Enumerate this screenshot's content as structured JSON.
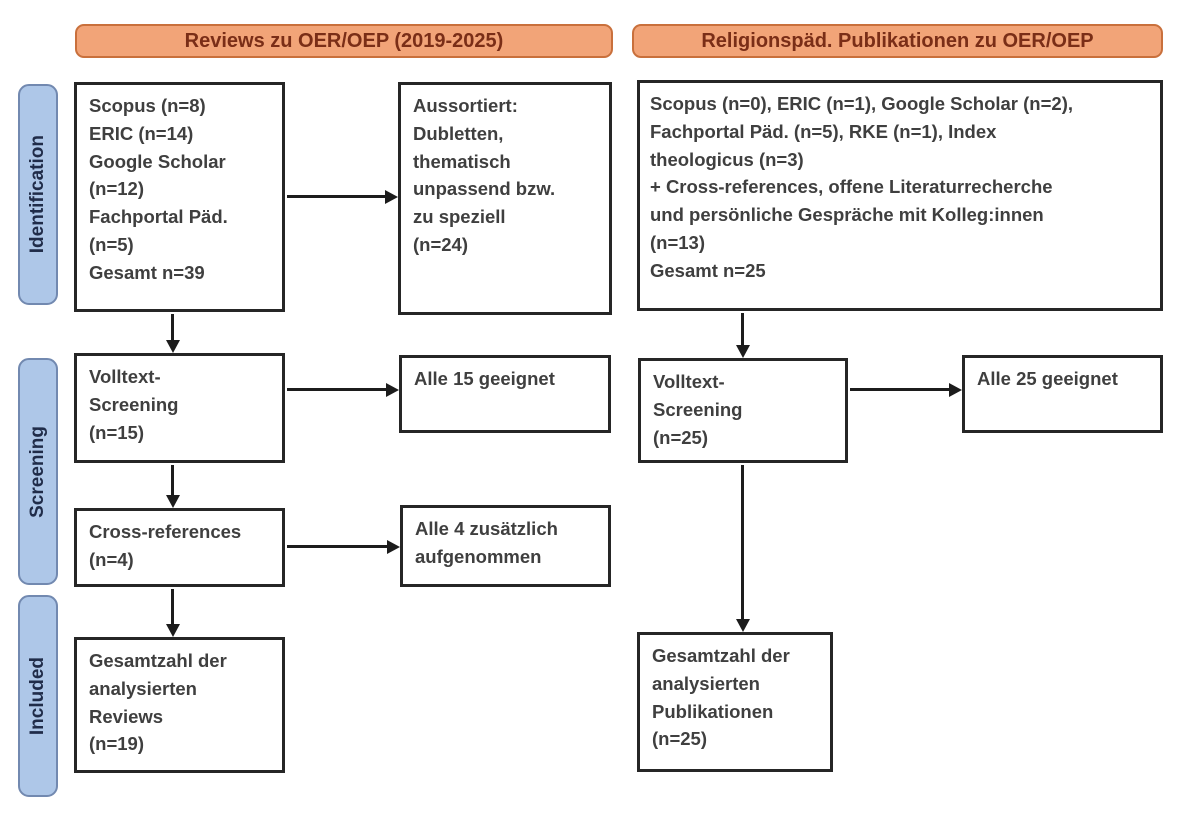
{
  "palette": {
    "header_fill": "#F2A478",
    "header_border": "#C9703C",
    "header_text": "#7A2E17",
    "stage_fill": "#AEC7E8",
    "stage_border": "#7289B0",
    "stage_text": "#202C49",
    "box_border": "#262626",
    "box_text": "#3F3F3F",
    "arrow": "#1C1C1C",
    "background": "#FFFFFF"
  },
  "headers": {
    "left": "Reviews zu OER/OEP (2019-2025)",
    "right": "Religionspäd. Publikationen zu OER/OEP"
  },
  "stages": [
    {
      "label": "Identification"
    },
    {
      "label": "Screening"
    },
    {
      "label": "Included"
    }
  ],
  "left_flow": {
    "sources": "Scopus (n=8)\nERIC (n=14)\nGoogle Scholar\n(n=12)\nFachportal Päd.\n(n=5)\nGesamt n=39",
    "excluded": "Aussortiert:\nDubletten,\nthematisch\nunpassend bzw.\nzu speziell\n(n=24)",
    "fulltext": "Volltext-\nScreening\n(n=15)",
    "fulltext_result": "Alle 15 geeignet",
    "crossref": "Cross-references\n(n=4)",
    "crossref_result": "Alle 4 zusätzlich\naufgenommen",
    "included": "Gesamtzahl der\nanalysierten\nReviews\n(n=19)"
  },
  "right_flow": {
    "sources": "Scopus (n=0), ERIC (n=1), Google Scholar (n=2),\nFachportal Päd. (n=5), RKE (n=1), Index\ntheologicus (n=3)\n+ Cross-references, offene Literaturrecherche\nund persönliche Gespräche mit Kolleg:innen\n(n=13)\nGesamt n=25",
    "fulltext": "Volltext-\nScreening\n(n=25)",
    "fulltext_result": "Alle 25 geeignet",
    "included": "Gesamtzahl der\nanalysierten\nPublikationen\n(n=25)"
  }
}
